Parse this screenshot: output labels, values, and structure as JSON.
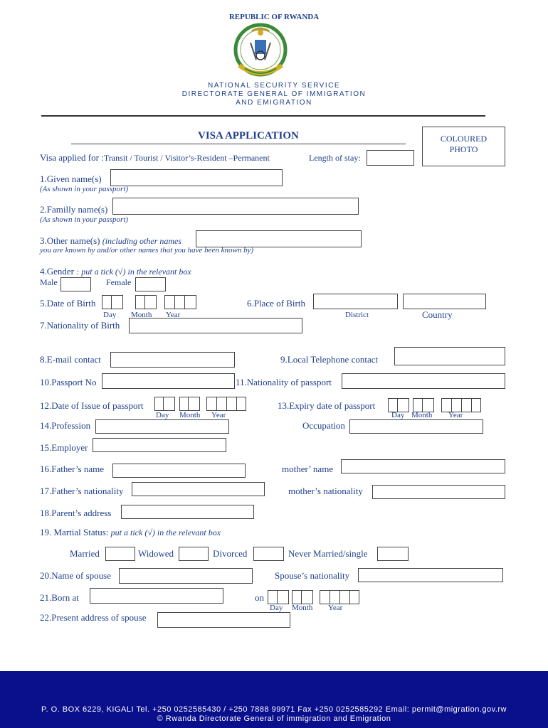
{
  "header": {
    "republic": "REPUBLIC OF RWANDA",
    "line1": "NATIONAL SECURITY SERVICE",
    "line2": "DIRECTORATE GENERAL OF IMMIGRATION",
    "line3": "AND EMIGRATION"
  },
  "form": {
    "title": "VISA APPLICATION",
    "photo": [
      "COLOURED",
      "PHOTO"
    ],
    "visa_applied": "Visa applied for :",
    "visa_options": "Transit / Tourist / Visitor’s-Resident –Permanent",
    "length_of_stay": "Length of stay:",
    "given": "1.Given name(s)",
    "given_note": "(As shown in your passport)",
    "family": "2.Familly name(s)",
    "family_note": "(As shown in your passport)",
    "other": "3.Other name(s)",
    "other_inline": "(including other names",
    "other_note": "you are known by and/or other names that you have been known by)",
    "gender": "4.Gender",
    "gender_note": ": put a tick (√) in the relevant box",
    "male": "Male",
    "female": "Female",
    "dob": "5.Date of Birth",
    "day": "Day",
    "month": "Month",
    "year": "Year",
    "pob": "6.Place of Birth",
    "district": "District",
    "country": "Country",
    "nationality_birth": "7.Nationality of Birth",
    "email": "8.E-mail contact",
    "local_phone": "9.Local Telephone contact",
    "passport_no": "10.Passport No",
    "passport_nat": "11.Nationality of passport",
    "issue_date": "12.Date of Issue of passport",
    "expiry_date": "13.Expiry date of passport",
    "profession": "14.Profession",
    "occupation": "Occupation",
    "employer": "15.Employer",
    "father_name": "16.Father’s name",
    "mother_name": "mother’ name",
    "father_nat": "17.Father’s nationality",
    "mother_nat": "mother’s nationality",
    "parent_addr": "18.Parent’s address",
    "marital": "19. Martial Status:",
    "marital_note": "put a tick  (√) in the relevant box",
    "married": "Married",
    "widowed": "Widowed",
    "divorced": "Divorced",
    "never_married": "Never Married/single",
    "spouse_name": "20.Name of spouse",
    "spouse_nat": "Spouse’s nationality",
    "born_at": "21.Born at",
    "on": "on",
    "spouse_addr": "22.Present address of spouse"
  },
  "footer": {
    "line1": "P. O. BOX 6229, KIGALI Tel. +250 0252585430 / +250 7888 99971 Fax +250 0252585292 Email: permit@migration.gov.rw",
    "line2": "© Rwanda Directorate General of immigration and Emigration"
  },
  "colors": {
    "text": "#1e3f8a",
    "footer_bg": "#0a0f8c"
  },
  "icons": [
    "rwanda-coat-of-arms-icon"
  ]
}
